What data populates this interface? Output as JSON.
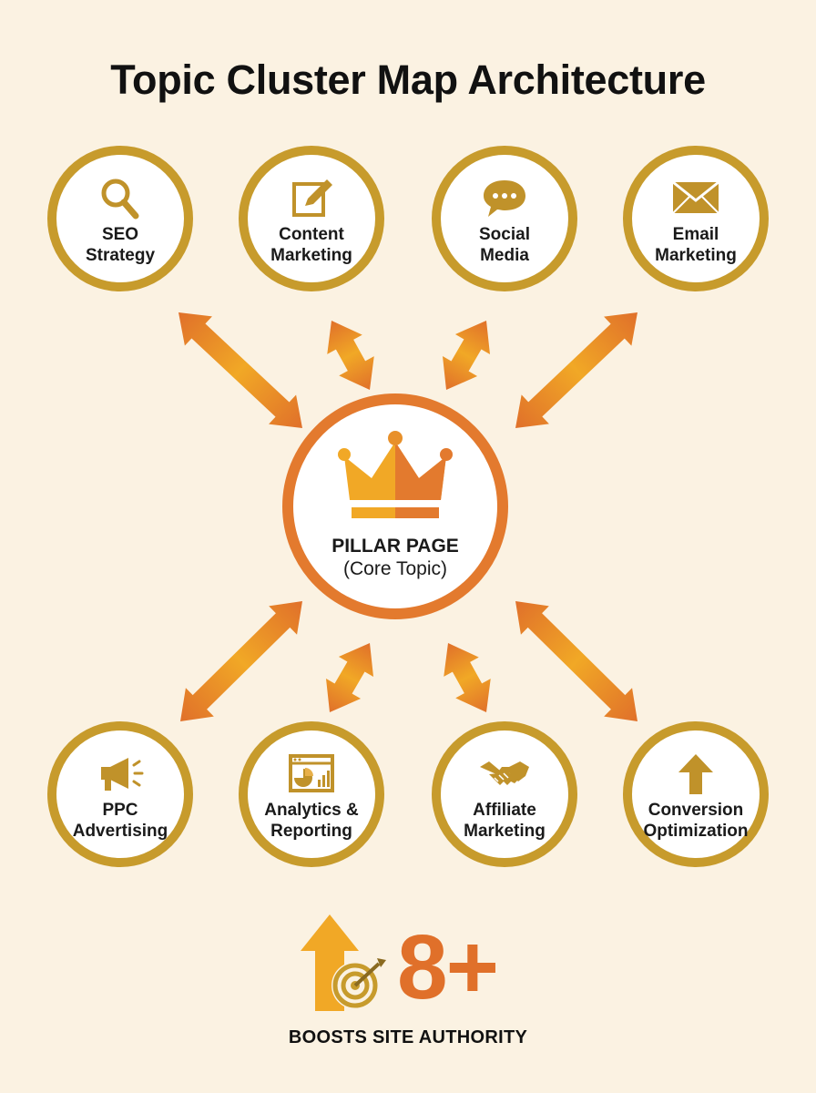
{
  "title": "Topic Cluster Map Architecture",
  "colors": {
    "background": "#fbf2e2",
    "node_ring": "#c79b2c",
    "pillar_ring": "#e37a2e",
    "arrow_light": "#f1a826",
    "arrow_dark": "#e0702a",
    "icon": "#c0922a",
    "accent_number": "#e0702a"
  },
  "pillar": {
    "icon": "crown-icon",
    "label": "PILLAR PAGE",
    "sublabel": "(Core Topic)"
  },
  "clusters_top": [
    {
      "label": "SEO\nStrategy",
      "icon": "magnifier-icon"
    },
    {
      "label": "Content\nMarketing",
      "icon": "edit-icon"
    },
    {
      "label": "Social\nMedia",
      "icon": "chat-bubble-icon"
    },
    {
      "label": "Email\nMarketing",
      "icon": "envelope-icon"
    }
  ],
  "clusters_bottom": [
    {
      "label": "PPC\nAdvertising",
      "icon": "megaphone-icon"
    },
    {
      "label": "Analytics &\nReporting",
      "icon": "analytics-dashboard-icon"
    },
    {
      "label": "Affiliate\nMarketing",
      "icon": "handshake-icon"
    },
    {
      "label": "Conversion\nOptimization",
      "icon": "up-arrow-icon"
    }
  ],
  "footer": {
    "icon": "arrow-target-icon",
    "number": "8+",
    "text": "BOOSTS SITE AUTHORITY"
  }
}
